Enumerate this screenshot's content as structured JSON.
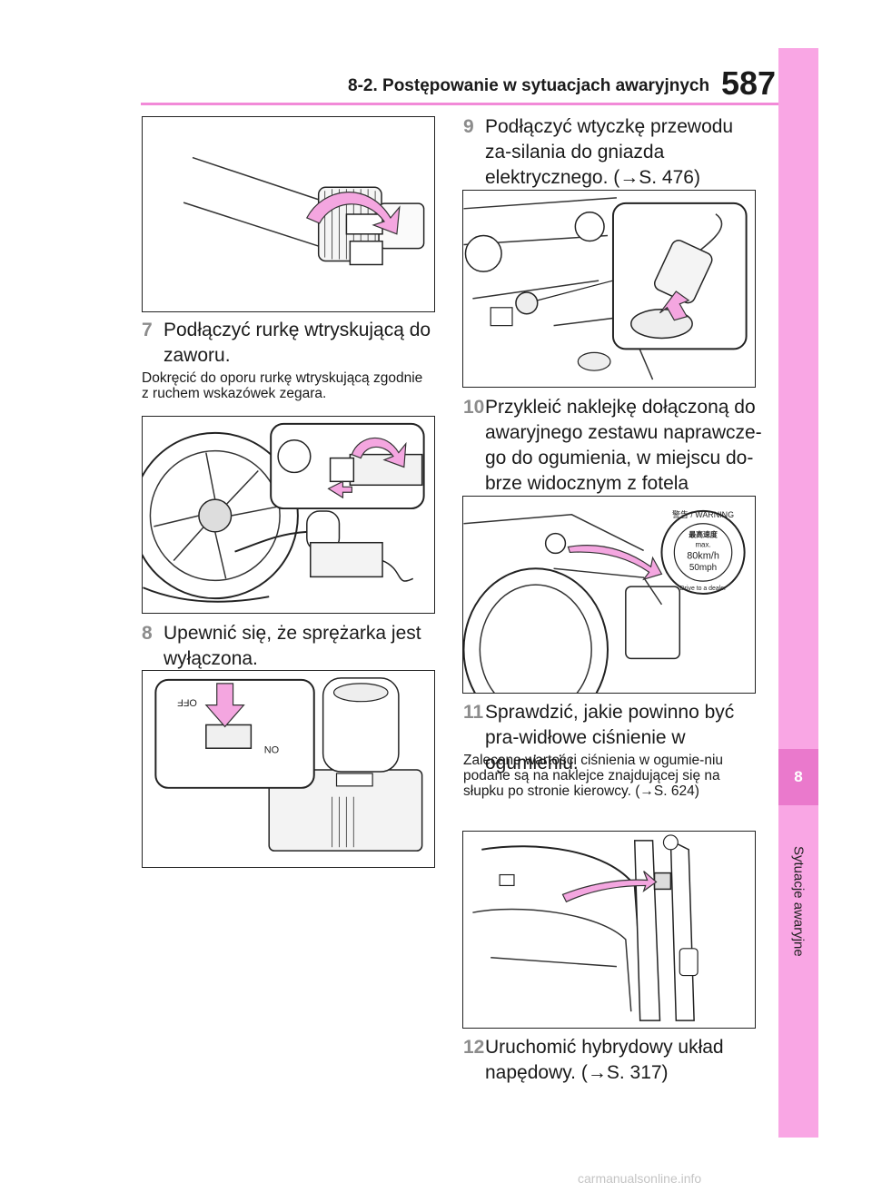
{
  "header": {
    "section_title": "8-2. Postępowanie w sytuacjach awaryjnych",
    "page_number": "587"
  },
  "side_tab": {
    "chapter_number": "8",
    "chapter_label": "Sytuacje awaryjne"
  },
  "steps": [
    {
      "number": "7",
      "text": "Podłączyć rurkę wtryskującą do zaworu.",
      "note": "Dokręcić do oporu rurkę wtryskującą zgodnie z ruchem wskazówek zegara."
    },
    {
      "number": "8",
      "text": "Upewnić się, że sprężarka jest wyłączona."
    },
    {
      "number": "9",
      "text": "Podłączyć wtyczkę przewodu za-silania do gniazda elektrycznego. (→S. 476)"
    },
    {
      "number": "10",
      "text": "Przykleić naklejkę dołączoną do awaryjnego zestawu naprawcze-go do ogumienia, w miejscu do-brze widocznym z fotela kierowcy."
    },
    {
      "number": "11",
      "text": "Sprawdzić, jakie powinno być pra-widłowe ciśnienie w ogumieniu.",
      "note": "Zalecane wartości ciśnienia w ogumie-niu podane są na naklejce znajdującej się na słupku po stronie kierowcy. (→S. 624)"
    },
    {
      "number": "12",
      "text": "Uruchomić hybrydowy układ napędowy. (→S. 317)"
    }
  ],
  "figures": {
    "label_sticker": {
      "top": "警告 / WARNING",
      "speed_label": "最高速度",
      "max_label": "max.",
      "speed_kmh": "80km/h",
      "speed_mph": "50mph",
      "bottom": "Drive to a dealer"
    },
    "switch_labels": {
      "off": "OFF",
      "on": "ON"
    }
  },
  "footer": {
    "watermark": "carmanualsonline.info"
  }
}
